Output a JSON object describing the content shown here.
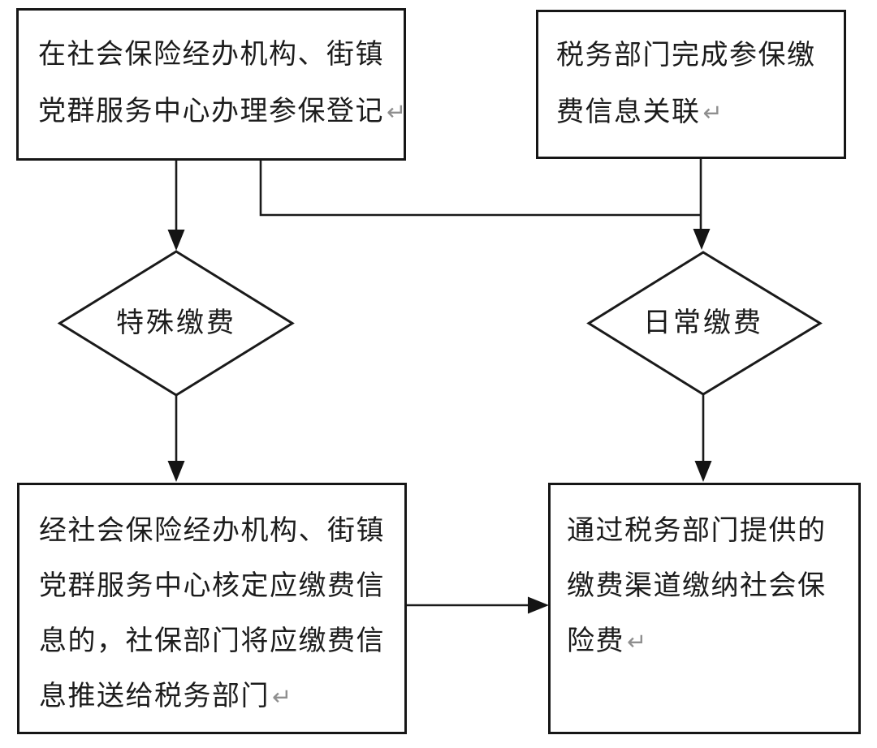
{
  "canvas": {
    "background": "#ffffff",
    "line_color": "#1a1a1a",
    "text_color": "#1c1c1c",
    "return_mark_color": "#8f8f8f"
  },
  "marks": {
    "return": "↵"
  },
  "flowchart": {
    "boxes": {
      "register": {
        "lines": [
          "在社会保险经办机构、街镇",
          "党群服务中心办理参保登记"
        ]
      },
      "tax_link": {
        "lines": [
          "税务部门完成参保缴",
          "费信息关联"
        ]
      },
      "verify_push": {
        "lines": [
          "经社会保险经办机构、街镇",
          "党群服务中心核定应缴费信",
          "息的，社保部门将应缴费信",
          "息推送给税务部门"
        ]
      },
      "pay_channel": {
        "lines": [
          "通过税务部门提供的",
          "缴费渠道缴纳社会保",
          "险费"
        ]
      }
    },
    "decisions": {
      "special": {
        "label": "特殊缴费"
      },
      "daily": {
        "label": "日常缴费"
      }
    }
  }
}
